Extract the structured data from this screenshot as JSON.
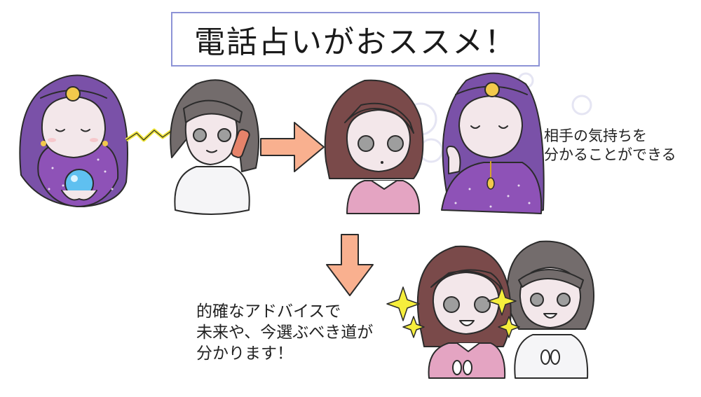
{
  "title": "電話占いがおススメ！",
  "note_empathy": {
    "lines": [
      "相手の気持ちを",
      "分かることができる"
    ]
  },
  "note_advice": {
    "lines": [
      "的確なアドバイスで",
      "未来や、今選ぶべき道が",
      "分かります！"
    ]
  },
  "colors": {
    "arrow": "#f9b08f",
    "robe_purple": "#8e52b7",
    "veil_purple": "#7a51a8",
    "hair_brown": "#7a4a4a",
    "hair_gray": "#736c6c",
    "pink_top": "#e4a4c2",
    "sparkle": "#f6ee3c",
    "phone": "#e6836a",
    "crystal_ball": "#5fc0f0",
    "title_border": "#8d93d6"
  },
  "icons": [
    "fortune-teller",
    "crystal-ball-icon",
    "wave-signal-icon",
    "phone-icon",
    "arrow-right-icon",
    "arrow-down-icon",
    "sparkle-icon"
  ]
}
